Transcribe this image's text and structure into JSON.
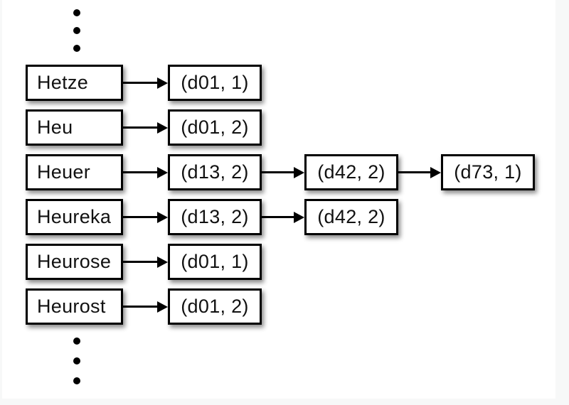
{
  "page": {
    "background_color": "#f7f8f8",
    "slide_background_color": "#ffffff"
  },
  "diagram": {
    "ellipsis_top_icon": "vertical-ellipsis",
    "ellipsis_bottom_icon": "vertical-ellipsis",
    "colors": {
      "box_fill": "#ffffff",
      "box_border": "#000000",
      "text": "#111111",
      "arrow": "#000000"
    },
    "rows": [
      {
        "term": "Hetze",
        "postings": [
          "(d01, 1)"
        ]
      },
      {
        "term": "Heu",
        "postings": [
          "(d01, 2)"
        ]
      },
      {
        "term": "Heuer",
        "postings": [
          "(d13, 2)",
          "(d42, 2)",
          "(d73, 1)"
        ]
      },
      {
        "term": "Heureka",
        "postings": [
          "(d13, 2)",
          "(d42, 2)"
        ]
      },
      {
        "term": "Heurose",
        "postings": [
          "(d01, 1)"
        ]
      },
      {
        "term": "Heurost",
        "postings": [
          "(d01, 2)"
        ]
      }
    ]
  }
}
